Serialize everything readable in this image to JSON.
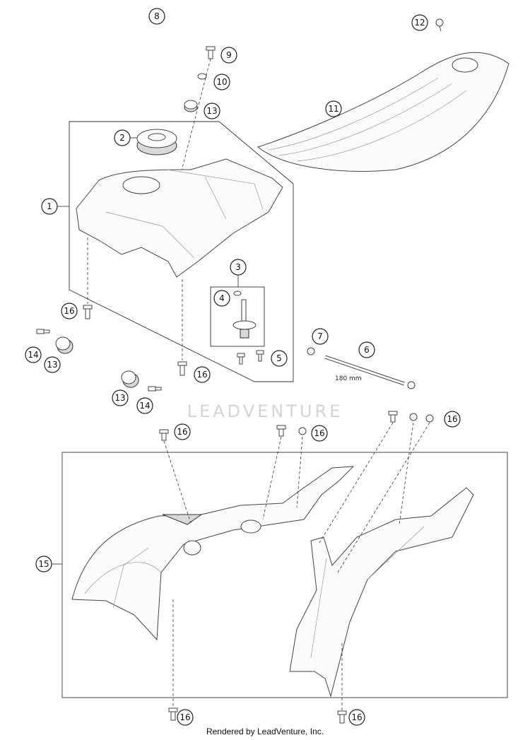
{
  "diagram": {
    "watermark": "LEADVENTURE",
    "dimension_label": "180 mm",
    "footer": "Rendered by LeadVenture, Inc.",
    "callouts": [
      {
        "id": "c8",
        "label": "8"
      },
      {
        "id": "c12",
        "label": "12"
      },
      {
        "id": "c9",
        "label": "9"
      },
      {
        "id": "c10",
        "label": "10"
      },
      {
        "id": "c13a",
        "label": "13"
      },
      {
        "id": "c11",
        "label": "11"
      },
      {
        "id": "c2",
        "label": "2"
      },
      {
        "id": "c1",
        "label": "1"
      },
      {
        "id": "c3",
        "label": "3"
      },
      {
        "id": "c4",
        "label": "4"
      },
      {
        "id": "c16a",
        "label": "16"
      },
      {
        "id": "c7",
        "label": "7"
      },
      {
        "id": "c6",
        "label": "6"
      },
      {
        "id": "c14a",
        "label": "14"
      },
      {
        "id": "c13b",
        "label": "13"
      },
      {
        "id": "c5",
        "label": "5"
      },
      {
        "id": "c16b",
        "label": "16"
      },
      {
        "id": "c13c",
        "label": "13"
      },
      {
        "id": "c14b",
        "label": "14"
      },
      {
        "id": "c16c",
        "label": "16"
      },
      {
        "id": "c16d",
        "label": "16"
      },
      {
        "id": "c16e",
        "label": "16"
      },
      {
        "id": "c15",
        "label": "15"
      },
      {
        "id": "c16f",
        "label": "16"
      },
      {
        "id": "c16g",
        "label": "16"
      }
    ]
  }
}
